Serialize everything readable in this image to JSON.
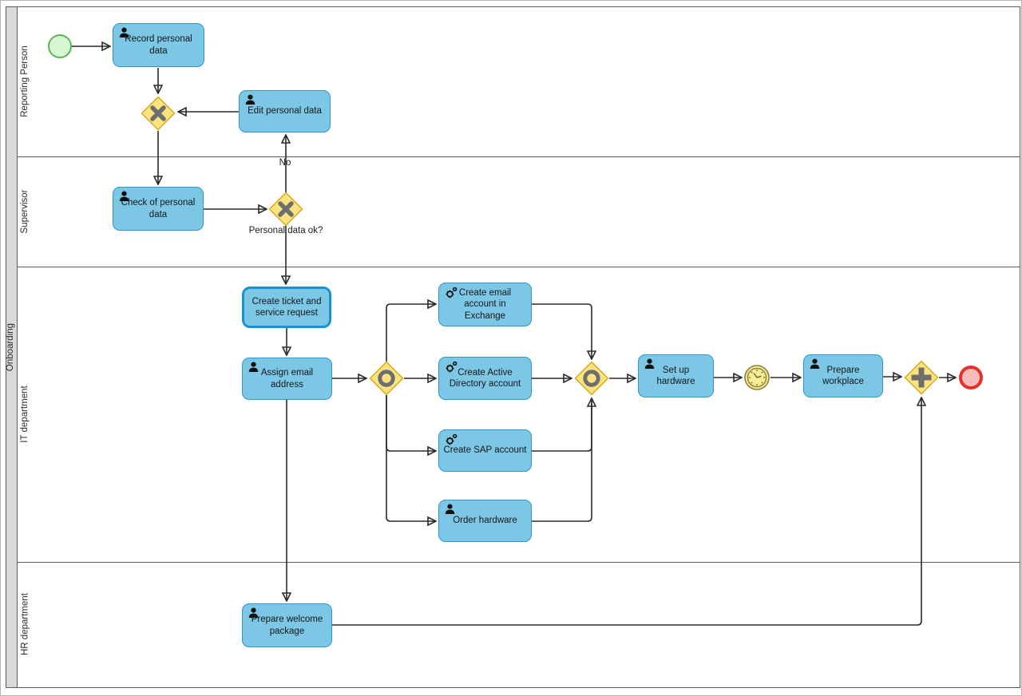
{
  "pool": {
    "label": "Onboarding"
  },
  "lanes": [
    {
      "label": "Reporting Person"
    },
    {
      "label": "Supervisor"
    },
    {
      "label": "IT department"
    },
    {
      "label": "HR department"
    }
  ],
  "nodes": {
    "record": {
      "label": "Record personal data",
      "type": "user-task"
    },
    "edit": {
      "label": "Edit personal data",
      "type": "user-task"
    },
    "check": {
      "label": "Check of personal data",
      "type": "user-task"
    },
    "ticket": {
      "label": "Create ticket and service request",
      "type": "task",
      "state": "selected"
    },
    "assign": {
      "label": "Assign email address",
      "type": "user-task"
    },
    "exchange": {
      "label": "Create email account in Exchange",
      "type": "service-task"
    },
    "active_directory": {
      "label": "Create Active Directory account",
      "type": "service-task"
    },
    "sap": {
      "label": "Create SAP account",
      "type": "service-task"
    },
    "order": {
      "label": "Order hardware",
      "type": "user-task"
    },
    "setup": {
      "label": "Set up hardware",
      "type": "user-task"
    },
    "workplace": {
      "label": "Prepare workplace",
      "type": "user-task"
    },
    "welcome": {
      "label": "Prepare welcome package",
      "type": "user-task"
    },
    "start_event": {
      "type": "start-event"
    },
    "timer_event": {
      "type": "intermediate-timer-event"
    },
    "end_event": {
      "type": "end-event"
    },
    "gateway_x_merge": {
      "type": "exclusive-gateway"
    },
    "gateway_x_check": {
      "type": "exclusive-gateway"
    },
    "gateway_inclusive_split": {
      "type": "inclusive-gateway"
    },
    "gateway_inclusive_join": {
      "type": "inclusive-gateway"
    },
    "gateway_parallel": {
      "type": "parallel-gateway"
    }
  },
  "flow_labels": {
    "no": "No",
    "personal_data_ok": "Personal data ok?"
  },
  "colors": {
    "task_fill": "#7cc7e6",
    "task_border": "#2e96c5",
    "selected_border": "#1694d1",
    "gateway_fill": "#fbe380",
    "gateway_border": "#d9a919",
    "gateway_marker": "#6e6e6e",
    "start_fill": "#d7f7d2",
    "start_border": "#59b655",
    "end_fill": "#f9bcbc",
    "end_border": "#e4322b",
    "timer_fill": "#fbec96",
    "timer_border": "#8b8039",
    "flow": "#2a2a2a",
    "lane_border": "#5b5b5b",
    "pool_header_fill": "#d9d9d9"
  }
}
